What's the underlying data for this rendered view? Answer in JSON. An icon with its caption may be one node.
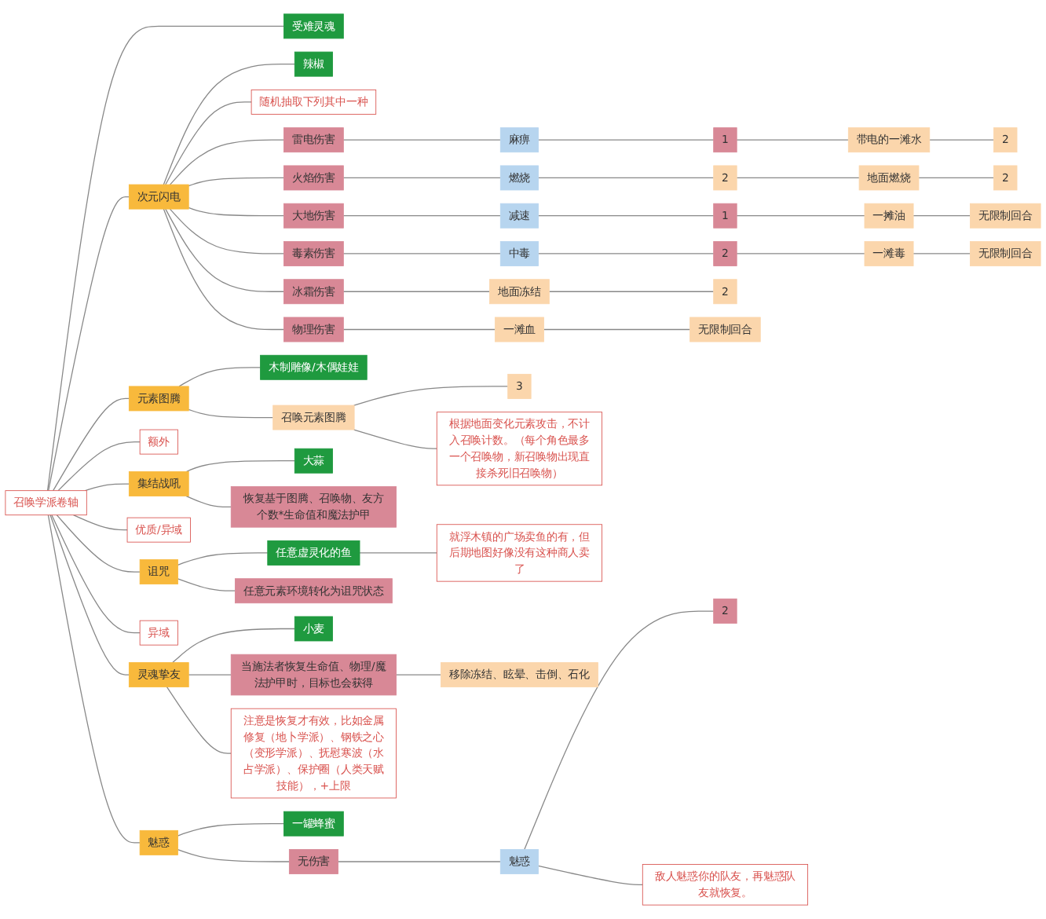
{
  "diagram": {
    "nodes": [
      {
        "text": [
          "召唤学派卷轴"
        ]
      },
      {
        "text": [
          "受难灵魂"
        ]
      },
      {
        "text": [
          "次元闪电"
        ]
      },
      {
        "text": [
          "辣椒"
        ]
      },
      {
        "text": [
          "随机抽取下列其中一种"
        ]
      },
      {
        "text": [
          "雷电伤害"
        ]
      },
      {
        "text": [
          "麻痹"
        ]
      },
      {
        "text": [
          "1"
        ]
      },
      {
        "text": [
          "带电的一滩水"
        ]
      },
      {
        "text": [
          "2"
        ]
      },
      {
        "text": [
          "火焰伤害"
        ]
      },
      {
        "text": [
          "燃烧"
        ]
      },
      {
        "text": [
          "2"
        ]
      },
      {
        "text": [
          "地面燃烧"
        ]
      },
      {
        "text": [
          "2"
        ]
      },
      {
        "text": [
          "大地伤害"
        ]
      },
      {
        "text": [
          "减速"
        ]
      },
      {
        "text": [
          "1"
        ]
      },
      {
        "text": [
          "一摊油"
        ]
      },
      {
        "text": [
          "无限制回合"
        ]
      },
      {
        "text": [
          "毒素伤害"
        ]
      },
      {
        "text": [
          "中毒"
        ]
      },
      {
        "text": [
          "2"
        ]
      },
      {
        "text": [
          "一滩毒"
        ]
      },
      {
        "text": [
          "无限制回合"
        ]
      },
      {
        "text": [
          "冰霜伤害"
        ]
      },
      {
        "text": [
          "地面冻结"
        ]
      },
      {
        "text": [
          "2"
        ]
      },
      {
        "text": [
          "物理伤害"
        ]
      },
      {
        "text": [
          "一滩血"
        ]
      },
      {
        "text": [
          "无限制回合"
        ]
      },
      {
        "text": [
          "元素图腾"
        ]
      },
      {
        "text": [
          "木制雕像/木偶娃娃"
        ]
      },
      {
        "text": [
          "召唤元素图腾"
        ]
      },
      {
        "text": [
          "3"
        ]
      },
      {
        "text": [
          "根据地面变化元素攻击，不计入召唤计数。（每个角色最多一个召唤物，新召唤物出现直接杀死旧召唤物）"
        ]
      },
      {
        "text": [
          "集结战吼"
        ]
      },
      {
        "text": [
          "大蒜"
        ]
      },
      {
        "text": [
          "恢复基于图腾、召唤物、友方个数*生命值和魔法护甲"
        ]
      },
      {
        "text": [
          "额外"
        ]
      },
      {
        "text": [
          "诅咒"
        ]
      },
      {
        "text": [
          "任意虚灵化的鱼"
        ]
      },
      {
        "text": [
          "就浮木镇的广场卖鱼的有，但后期地图好像没有这种商人卖了"
        ]
      },
      {
        "text": [
          "任意元素环境转化为诅咒状态"
        ]
      },
      {
        "text": [
          "优质/异域"
        ]
      },
      {
        "text": [
          "灵魂挚友"
        ]
      },
      {
        "text": [
          "小麦"
        ]
      },
      {
        "text": [
          "当施法者恢复生命值、物理/魔法护甲时，目标也会获得"
        ]
      },
      {
        "text": [
          "移除冻结、眩晕、击倒、石化"
        ]
      },
      {
        "text": [
          "注意是恢复才有效，比如金属修复（地卜学派）、钢铁之心（变形学派）、抚慰寒波（水占学派）、保护圈（人类天赋技能），+上限"
        ]
      },
      {
        "text": [
          "异域"
        ]
      },
      {
        "text": [
          "魅惑"
        ]
      },
      {
        "text": [
          "一罐蜂蜜"
        ]
      },
      {
        "text": [
          "无伤害"
        ]
      },
      {
        "text": [
          "魅惑"
        ]
      },
      {
        "text": [
          "2"
        ]
      },
      {
        "text": [
          "敌人魅惑你的队友，再魅惑队友就恢复。"
        ]
      }
    ],
    "edges": [
      {
        "from": 0,
        "to": 1,
        "arrow": "none"
      },
      {
        "from": 0,
        "to": 2,
        "arrow": "none"
      },
      {
        "from": 2,
        "to": 3,
        "arrow": "none"
      },
      {
        "from": 2,
        "to": 4,
        "arrow": "none"
      },
      {
        "from": 2,
        "to": 5,
        "arrow": "none"
      },
      {
        "from": 5,
        "to": 6,
        "arrow": "none"
      },
      {
        "from": 6,
        "to": 7,
        "arrow": "none"
      },
      {
        "from": 7,
        "to": 8,
        "arrow": "none"
      },
      {
        "from": 8,
        "to": 9,
        "arrow": "none"
      },
      {
        "from": 2,
        "to": 10,
        "arrow": "none"
      },
      {
        "from": 10,
        "to": 11,
        "arrow": "none"
      },
      {
        "from": 11,
        "to": 12,
        "arrow": "none"
      },
      {
        "from": 12,
        "to": 13,
        "arrow": "none"
      },
      {
        "from": 13,
        "to": 14,
        "arrow": "none"
      },
      {
        "from": 2,
        "to": 15,
        "arrow": "none"
      },
      {
        "from": 15,
        "to": 16,
        "arrow": "none"
      },
      {
        "from": 16,
        "to": 17,
        "arrow": "none"
      },
      {
        "from": 17,
        "to": 18,
        "arrow": "none"
      },
      {
        "from": 18,
        "to": 19,
        "arrow": "none"
      },
      {
        "from": 2,
        "to": 20,
        "arrow": "none"
      },
      {
        "from": 20,
        "to": 21,
        "arrow": "none"
      },
      {
        "from": 21,
        "to": 22,
        "arrow": "none"
      },
      {
        "from": 22,
        "to": 23,
        "arrow": "none"
      },
      {
        "from": 23,
        "to": 24,
        "arrow": "none"
      },
      {
        "from": 2,
        "to": 25,
        "arrow": "none"
      },
      {
        "from": 25,
        "to": 26,
        "arrow": "none"
      },
      {
        "from": 26,
        "to": 27,
        "arrow": "none"
      },
      {
        "from": 2,
        "to": 28,
        "arrow": "none"
      },
      {
        "from": 28,
        "to": 29,
        "arrow": "none"
      },
      {
        "from": 29,
        "to": 30,
        "arrow": "none"
      },
      {
        "from": 0,
        "to": 31,
        "arrow": "none"
      },
      {
        "from": 31,
        "to": 32,
        "arrow": "none"
      },
      {
        "from": 31,
        "to": 33,
        "arrow": "none"
      },
      {
        "from": 33,
        "to": 34,
        "arrow": "none"
      },
      {
        "from": 33,
        "to": 35,
        "arrow": "none"
      },
      {
        "from": 0,
        "to": 36,
        "arrow": "none"
      },
      {
        "from": 36,
        "to": 37,
        "arrow": "none"
      },
      {
        "from": 36,
        "to": 38,
        "arrow": "none"
      },
      {
        "from": 0,
        "to": 39,
        "arrow": "none"
      },
      {
        "from": 0,
        "to": 40,
        "arrow": "none"
      },
      {
        "from": 40,
        "to": 41,
        "arrow": "none"
      },
      {
        "from": 41,
        "to": 42,
        "arrow": "none"
      },
      {
        "from": 40,
        "to": 43,
        "arrow": "none"
      },
      {
        "from": 0,
        "to": 44,
        "arrow": "none"
      },
      {
        "from": 0,
        "to": 45,
        "arrow": "none"
      },
      {
        "from": 45,
        "to": 46,
        "arrow": "none"
      },
      {
        "from": 45,
        "to": 47,
        "arrow": "none"
      },
      {
        "from": 47,
        "to": 48,
        "arrow": "none"
      },
      {
        "from": 45,
        "to": 49,
        "arrow": "none"
      },
      {
        "from": 0,
        "to": 50,
        "arrow": "none"
      },
      {
        "from": 0,
        "to": 51,
        "arrow": "none"
      },
      {
        "from": 51,
        "to": 52,
        "arrow": "none"
      },
      {
        "from": 51,
        "to": 53,
        "arrow": "none"
      },
      {
        "from": 53,
        "to": 54,
        "arrow": "none"
      },
      {
        "from": 54,
        "to": 55,
        "arrow": "none"
      },
      {
        "from": 54,
        "to": 56,
        "arrow": "none"
      }
    ]
  }
}
